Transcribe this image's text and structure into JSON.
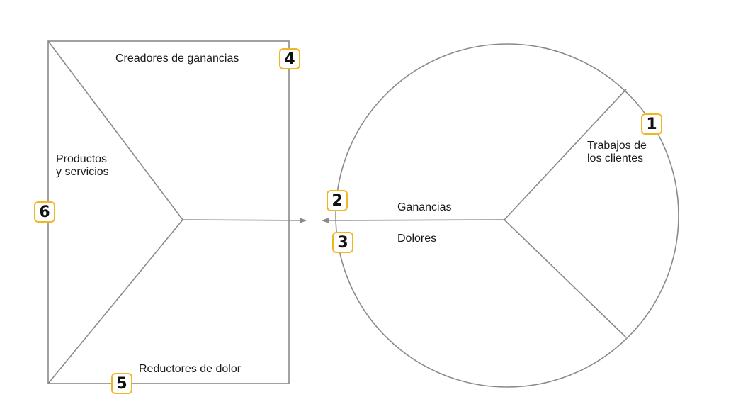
{
  "value_map": {
    "gain_creators": "Creadores de ganancias",
    "products_services": [
      "Productos",
      "y servicios"
    ],
    "pain_relievers": "Reductores de dolor"
  },
  "customer_profile": {
    "customer_jobs": [
      "Trabajos de",
      "los clientes"
    ],
    "gains": "Ganancias",
    "pains": "Dolores"
  },
  "badges": {
    "customer_jobs": "1",
    "gains": "2",
    "pains": "3",
    "gain_creators": "4",
    "pain_relievers": "5",
    "products_services": "6"
  },
  "colors": {
    "line": "#8a8a8a",
    "badge_border": "#f2b622",
    "text": "#1a1a1a"
  }
}
